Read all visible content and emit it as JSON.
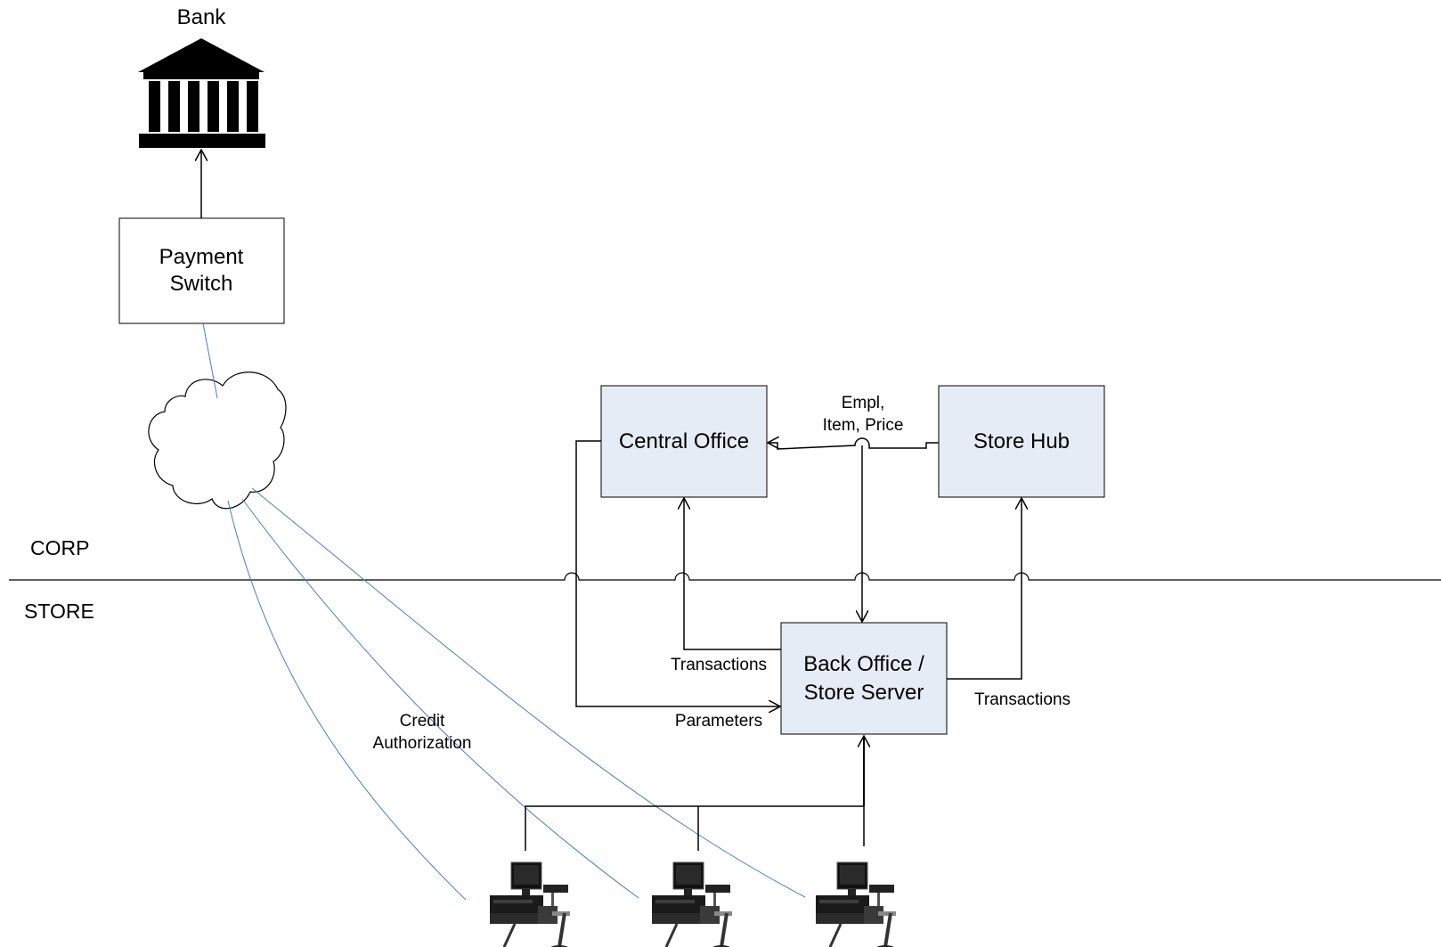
{
  "zones": {
    "upper": "CORP",
    "lower": "STORE"
  },
  "nodes": {
    "bank": {
      "label": "Bank",
      "icon": "bank-building-icon"
    },
    "payment_switch": {
      "line1": "Payment",
      "line2": "Switch"
    },
    "network": {
      "icon": "cloud-icon"
    },
    "central_office": {
      "label": "Central Office"
    },
    "store_hub": {
      "label": "Store Hub"
    },
    "back_office": {
      "line1": "Back Office /",
      "line2": "Store Server"
    },
    "pos_terminals": {
      "icon": "pos-terminal-icon",
      "count": 3
    }
  },
  "edges": {
    "hub_to_central": {
      "line1": "Empl,",
      "line2": "Item, Price"
    },
    "backoffice_to_central": "Transactions",
    "central_to_backoffice": "Parameters",
    "backoffice_to_hub": "Transactions",
    "pos_to_cloud": {
      "line1": "Credit",
      "line2": "Authorization"
    }
  },
  "colors": {
    "box_fill": "#e6ecf6",
    "wireless_link": "#4a7cc4",
    "line": "#000000"
  }
}
